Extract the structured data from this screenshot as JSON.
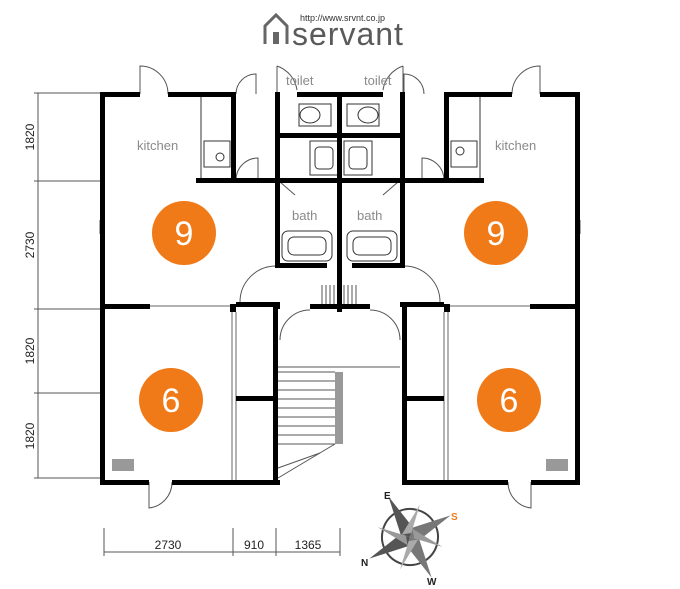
{
  "brand": {
    "name": "servant",
    "url": "http://www.srvnt.co.jp"
  },
  "colors": {
    "accent": "#f07a18",
    "wall": "#000000",
    "stair_rail": "#999999"
  },
  "rooms": {
    "toilet_left": "toilet",
    "toilet_right": "toilet",
    "kitchen_left": "kitchen",
    "kitchen_right": "kitchen",
    "bath_left": "bath",
    "bath_right": "bath"
  },
  "sizes": {
    "upper_left": "9",
    "upper_right": "9",
    "lower_left": "6",
    "lower_right": "6"
  },
  "dimensions": {
    "vertical": [
      "1820",
      "2730",
      "1820",
      "1820"
    ],
    "horizontal": [
      "2730",
      "910",
      "1365"
    ]
  },
  "compass": {
    "north": "N",
    "south": "S",
    "east": "E",
    "west": "W"
  }
}
